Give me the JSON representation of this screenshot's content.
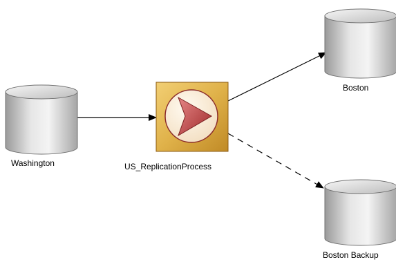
{
  "nodes": {
    "washington": {
      "label": "Washington",
      "type": "database"
    },
    "process": {
      "label": "US_ReplicationProcess",
      "type": "replication-process"
    },
    "boston": {
      "label": "Boston",
      "type": "database"
    },
    "boston_backup": {
      "label": "Boston Backup",
      "type": "database"
    }
  },
  "connections": [
    {
      "from": "Washington",
      "to": "US_ReplicationProcess",
      "style": "solid"
    },
    {
      "from": "US_ReplicationProcess",
      "to": "Boston",
      "style": "solid"
    },
    {
      "from": "US_ReplicationProcess",
      "to": "Boston Backup",
      "style": "dashed"
    }
  ]
}
